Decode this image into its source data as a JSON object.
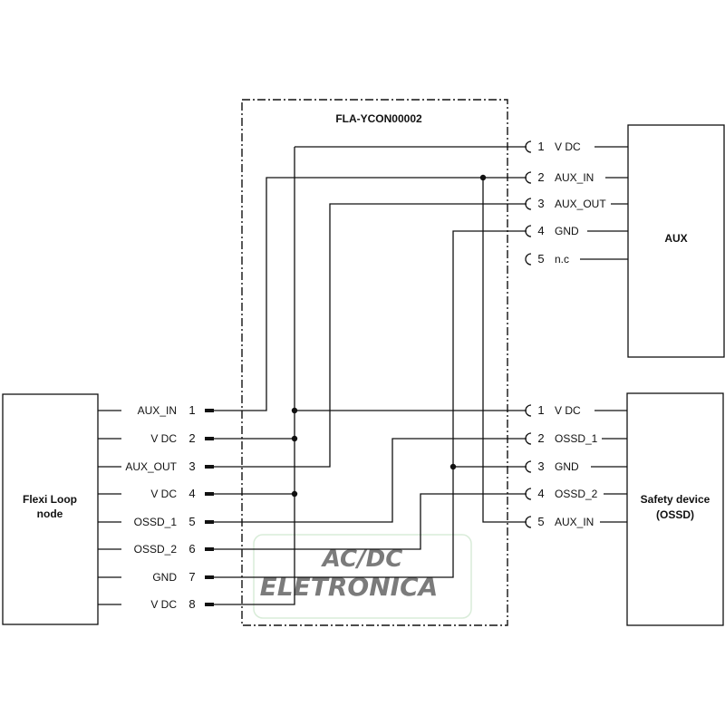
{
  "title": "FLA-YCON00002",
  "blocks": {
    "aux": "AUX",
    "flexi_line1": "Flexi Loop",
    "flexi_line2": "node",
    "safety_line1": "Safety device",
    "safety_line2": "(OSSD)"
  },
  "flexi_pins": [
    {
      "label": "AUX_IN",
      "num": "1"
    },
    {
      "label": "V DC",
      "num": "2"
    },
    {
      "label": "AUX_OUT",
      "num": "3"
    },
    {
      "label": "V DC",
      "num": "4"
    },
    {
      "label": "OSSD_1",
      "num": "5"
    },
    {
      "label": "OSSD_2",
      "num": "6"
    },
    {
      "label": "GND",
      "num": "7"
    },
    {
      "label": "V DC",
      "num": "8"
    }
  ],
  "aux_pins": [
    {
      "num": "1",
      "label": "V DC"
    },
    {
      "num": "2",
      "label": "AUX_IN"
    },
    {
      "num": "3",
      "label": "AUX_OUT"
    },
    {
      "num": "4",
      "label": "GND"
    },
    {
      "num": "5",
      "label": "n.c"
    }
  ],
  "safety_pins": [
    {
      "num": "1",
      "label": "V DC"
    },
    {
      "num": "2",
      "label": "OSSD_1"
    },
    {
      "num": "3",
      "label": "GND"
    },
    {
      "num": "4",
      "label": "OSSD_2"
    },
    {
      "num": "5",
      "label": "AUX_IN"
    }
  ],
  "watermark": {
    "line1": "AC/DC",
    "line2": "ELETRONICA",
    "color": "#8fc98f"
  },
  "colors": {
    "line": "#111111",
    "background": "#ffffff"
  }
}
